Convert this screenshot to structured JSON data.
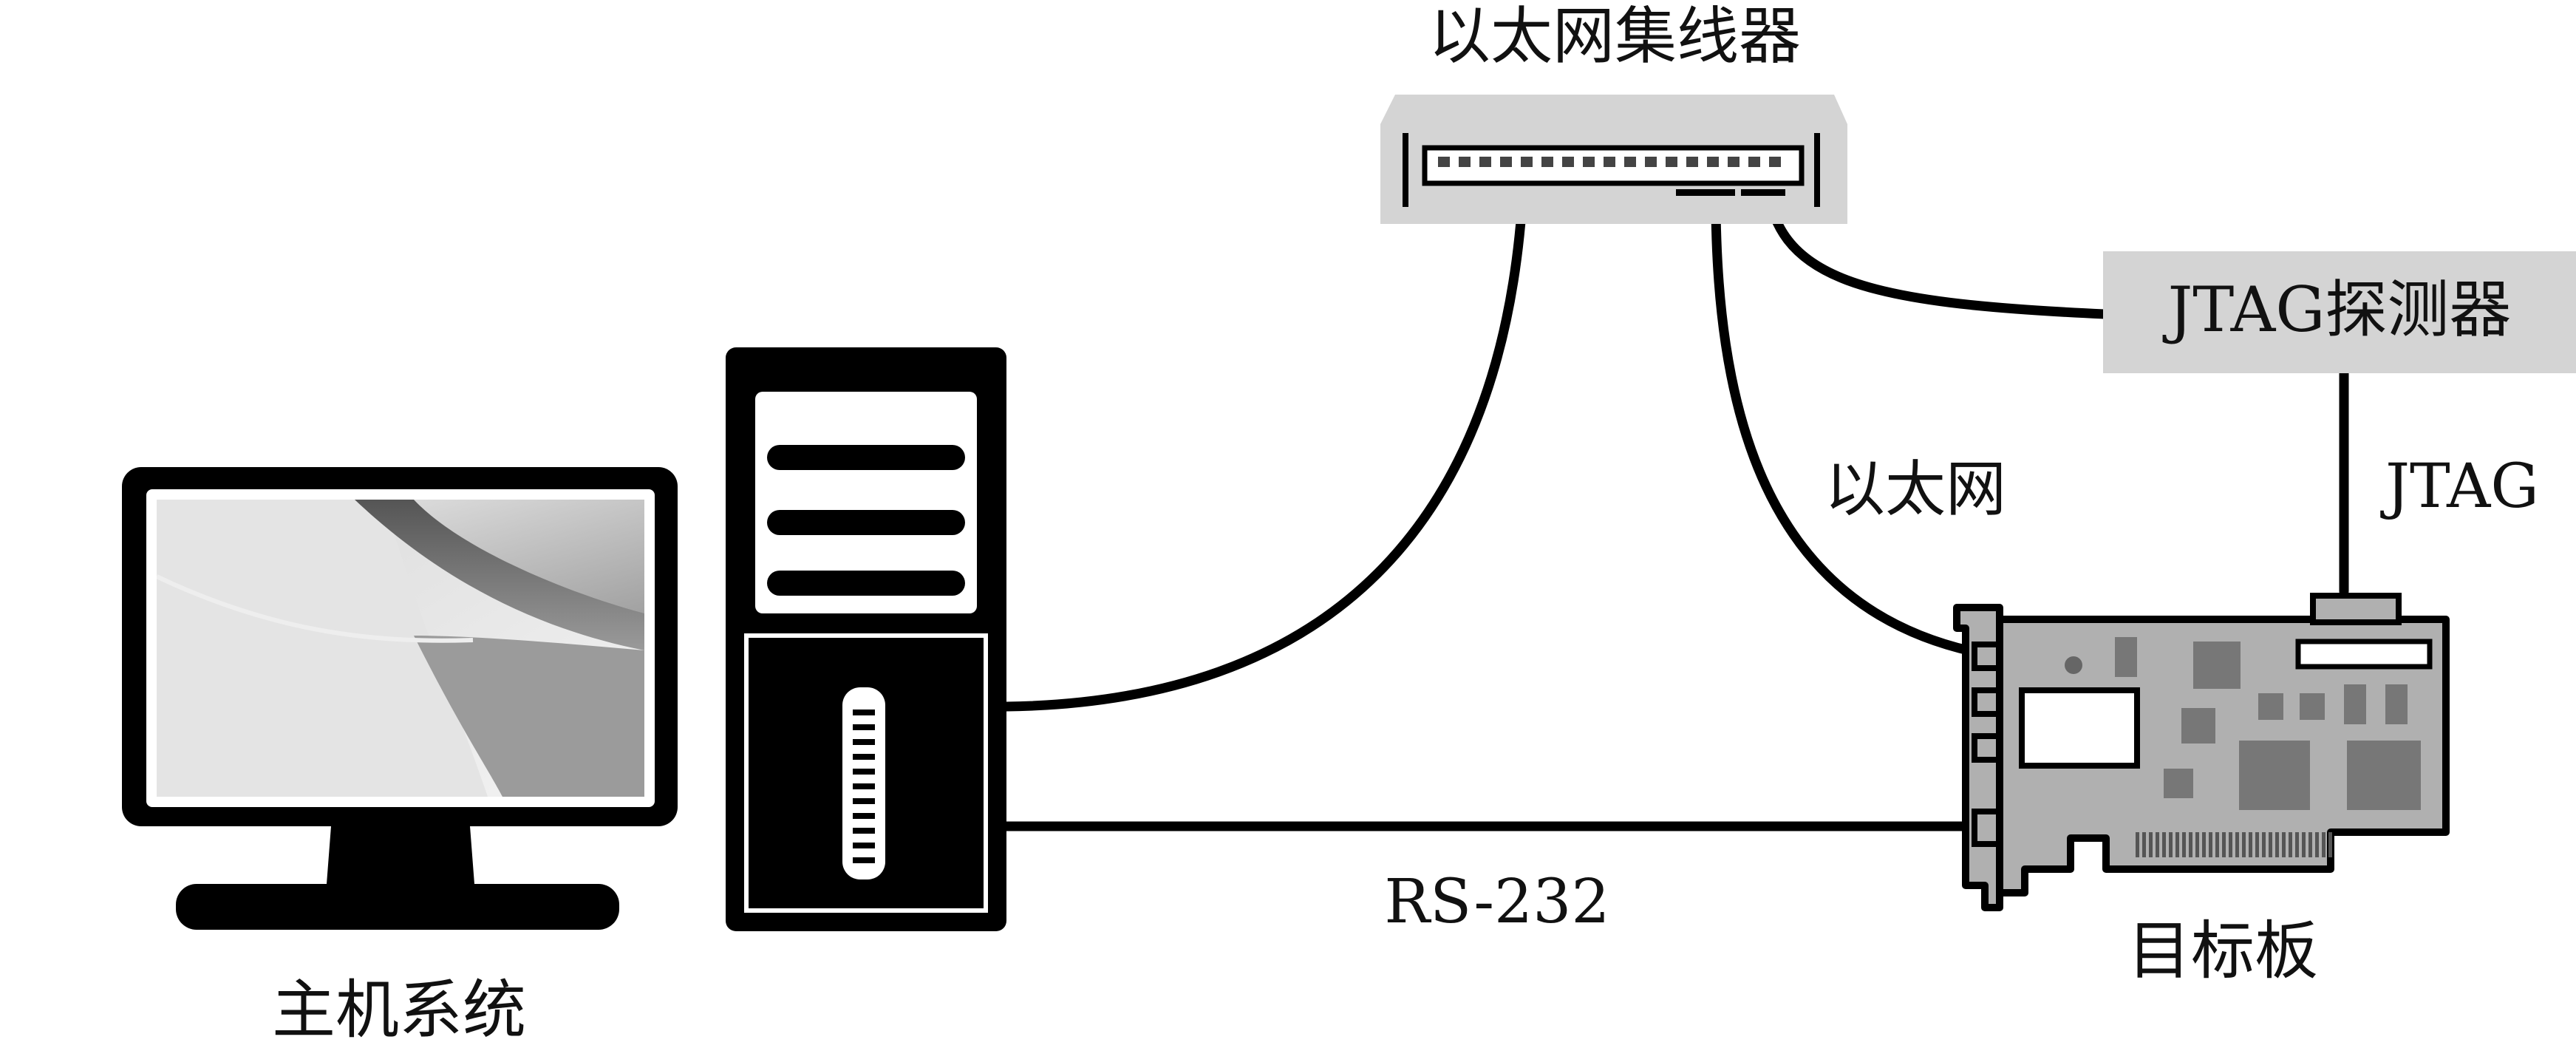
{
  "labels": {
    "hub": "以太网集线器",
    "jtag_probe": "JTAG探测器",
    "ethernet_link": "以太网",
    "jtag_link": "JTAG",
    "serial_link": "RS-232",
    "host_system": "主机系统",
    "target_board": "目标板"
  },
  "colors": {
    "line": "#000000",
    "device_gray": "#d4d4d4",
    "panel_gray": "#b0b0b0",
    "white": "#ffffff"
  },
  "icons": {
    "monitor": "monitor-icon",
    "tower": "pc-tower-icon",
    "hub": "ethernet-hub-icon",
    "board": "circuit-board-icon",
    "probe": "jtag-probe-box"
  }
}
